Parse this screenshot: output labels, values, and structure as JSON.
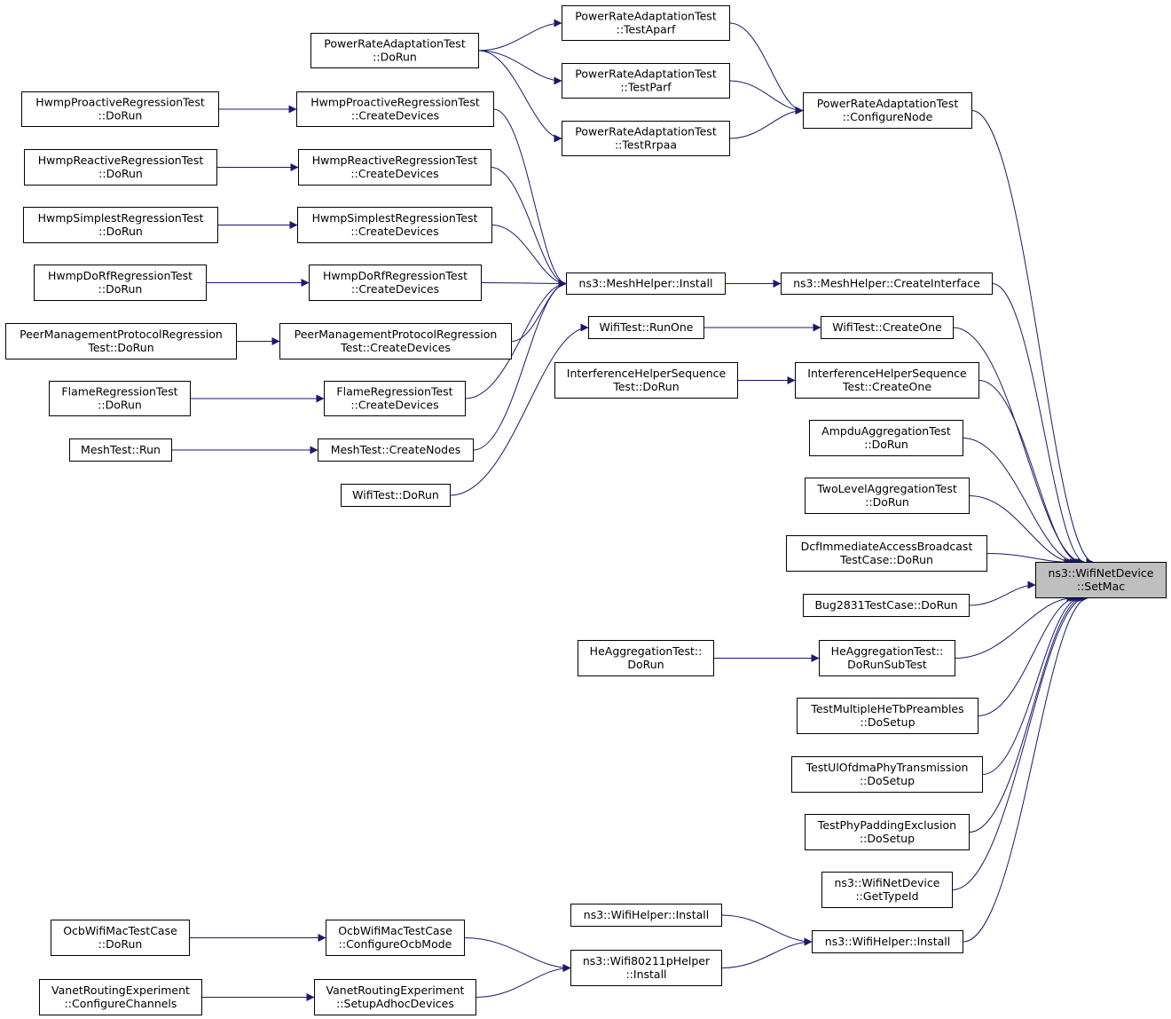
{
  "colors": {
    "edge": "#191970",
    "node_fill": "#ffffff",
    "focus_fill": "#bfbfbf",
    "border": "#000000"
  },
  "nodes": [
    {
      "id": "setmac",
      "lines": [
        "ns3::WifiNetDevice",
        "::SetMac"
      ],
      "focus": true
    },
    {
      "id": "prat_configurenode",
      "lines": [
        "PowerRateAdaptationTest",
        "::ConfigureNode"
      ]
    },
    {
      "id": "prat_testaparf",
      "lines": [
        "PowerRateAdaptationTest",
        "::TestAparf"
      ]
    },
    {
      "id": "prat_testparf",
      "lines": [
        "PowerRateAdaptationTest",
        "::TestParf"
      ]
    },
    {
      "id": "prat_testrpaa",
      "lines": [
        "PowerRateAdaptationTest",
        "::TestRrpaa"
      ]
    },
    {
      "id": "prat_dorun",
      "lines": [
        "PowerRateAdaptationTest",
        "::DoRun"
      ]
    },
    {
      "id": "mesh_createinterface",
      "lines": [
        "ns3::MeshHelper::CreateInterface"
      ]
    },
    {
      "id": "mesh_install",
      "lines": [
        "ns3::MeshHelper::Install"
      ]
    },
    {
      "id": "hwmp_pro_cd",
      "lines": [
        "HwmpProactiveRegressionTest",
        "::CreateDevices"
      ]
    },
    {
      "id": "hwmp_pro_dr",
      "lines": [
        "HwmpProactiveRegressionTest",
        "::DoRun"
      ]
    },
    {
      "id": "hwmp_rea_cd",
      "lines": [
        "HwmpReactiveRegressionTest",
        "::CreateDevices"
      ]
    },
    {
      "id": "hwmp_rea_dr",
      "lines": [
        "HwmpReactiveRegressionTest",
        "::DoRun"
      ]
    },
    {
      "id": "hwmp_sim_cd",
      "lines": [
        "HwmpSimplestRegressionTest",
        "::CreateDevices"
      ]
    },
    {
      "id": "hwmp_sim_dr",
      "lines": [
        "HwmpSimplestRegressionTest",
        "::DoRun"
      ]
    },
    {
      "id": "hwmp_dorf_cd",
      "lines": [
        "HwmpDoRfRegressionTest",
        "::CreateDevices"
      ]
    },
    {
      "id": "hwmp_dorf_dr",
      "lines": [
        "HwmpDoRfRegressionTest",
        "::DoRun"
      ]
    },
    {
      "id": "pmp_cd",
      "lines": [
        "PeerManagementProtocolRegression",
        "Test::CreateDevices"
      ]
    },
    {
      "id": "pmp_dr",
      "lines": [
        "PeerManagementProtocolRegression",
        "Test::DoRun"
      ]
    },
    {
      "id": "flame_cd",
      "lines": [
        "FlameRegressionTest",
        "::CreateDevices"
      ]
    },
    {
      "id": "flame_dr",
      "lines": [
        "FlameRegressionTest",
        "::DoRun"
      ]
    },
    {
      "id": "meshtest_cn",
      "lines": [
        "MeshTest::CreateNodes"
      ]
    },
    {
      "id": "meshtest_run",
      "lines": [
        "MeshTest::Run"
      ]
    },
    {
      "id": "wifitest_createone",
      "lines": [
        "WifiTest::CreateOne"
      ]
    },
    {
      "id": "wifitest_runone",
      "lines": [
        "WifiTest::RunOne"
      ]
    },
    {
      "id": "wifitest_dorun",
      "lines": [
        "WifiTest::DoRun"
      ]
    },
    {
      "id": "ihs_createone",
      "lines": [
        "InterferenceHelperSequence",
        "Test::CreateOne"
      ]
    },
    {
      "id": "ihs_dorun",
      "lines": [
        "InterferenceHelperSequence",
        "Test::DoRun"
      ]
    },
    {
      "id": "ampdu",
      "lines": [
        "AmpduAggregationTest",
        "::DoRun"
      ]
    },
    {
      "id": "twolevel",
      "lines": [
        "TwoLevelAggregationTest",
        "::DoRun"
      ]
    },
    {
      "id": "dcf",
      "lines": [
        "DcfImmediateAccessBroadcast",
        "TestCase::DoRun"
      ]
    },
    {
      "id": "bug2831",
      "lines": [
        "Bug2831TestCase::DoRun"
      ]
    },
    {
      "id": "he_subtest",
      "lines": [
        "HeAggregationTest::",
        "DoRunSubTest"
      ]
    },
    {
      "id": "he_dorun",
      "lines": [
        "HeAggregationTest::",
        "DoRun"
      ]
    },
    {
      "id": "tmhtp",
      "lines": [
        "TestMultipleHeTbPreambles",
        "::DoSetup"
      ]
    },
    {
      "id": "tuopt",
      "lines": [
        "TestUlOfdmaPhyTransmission",
        "::DoSetup"
      ]
    },
    {
      "id": "tppe",
      "lines": [
        "TestPhyPaddingExclusion",
        "::DoSetup"
      ]
    },
    {
      "id": "gettypeid",
      "lines": [
        "ns3::WifiNetDevice",
        "::GetTypeId"
      ]
    },
    {
      "id": "wifihelper_install_r",
      "lines": [
        "ns3::WifiHelper::Install"
      ]
    },
    {
      "id": "wifihelper_install_l",
      "lines": [
        "ns3::WifiHelper::Install"
      ]
    },
    {
      "id": "w80211p_install",
      "lines": [
        "ns3::Wifi80211pHelper",
        "::Install"
      ]
    },
    {
      "id": "ocb_configure",
      "lines": [
        "OcbWifiMacTestCase",
        "::ConfigureOcbMode"
      ]
    },
    {
      "id": "ocb_dorun",
      "lines": [
        "OcbWifiMacTestCase",
        "::DoRun"
      ]
    },
    {
      "id": "vanet_setup",
      "lines": [
        "VanetRoutingExperiment",
        "::SetupAdhocDevices"
      ]
    },
    {
      "id": "vanet_configure",
      "lines": [
        "VanetRoutingExperiment",
        "::ConfigureChannels"
      ]
    }
  ],
  "edges": [
    {
      "from": "prat_configurenode",
      "to": "setmac"
    },
    {
      "from": "mesh_createinterface",
      "to": "setmac"
    },
    {
      "from": "wifitest_createone",
      "to": "setmac"
    },
    {
      "from": "ihs_createone",
      "to": "setmac"
    },
    {
      "from": "ampdu",
      "to": "setmac"
    },
    {
      "from": "twolevel",
      "to": "setmac"
    },
    {
      "from": "dcf",
      "to": "setmac"
    },
    {
      "from": "bug2831",
      "to": "setmac"
    },
    {
      "from": "he_subtest",
      "to": "setmac"
    },
    {
      "from": "tmhtp",
      "to": "setmac"
    },
    {
      "from": "tuopt",
      "to": "setmac"
    },
    {
      "from": "tppe",
      "to": "setmac"
    },
    {
      "from": "gettypeid",
      "to": "setmac"
    },
    {
      "from": "wifihelper_install_r",
      "to": "setmac"
    },
    {
      "from": "prat_testaparf",
      "to": "prat_configurenode"
    },
    {
      "from": "prat_testparf",
      "to": "prat_configurenode"
    },
    {
      "from": "prat_testrpaa",
      "to": "prat_configurenode"
    },
    {
      "from": "prat_dorun",
      "to": "prat_testaparf"
    },
    {
      "from": "prat_dorun",
      "to": "prat_testparf"
    },
    {
      "from": "prat_dorun",
      "to": "prat_testrpaa"
    },
    {
      "from": "mesh_install",
      "to": "mesh_createinterface"
    },
    {
      "from": "hwmp_pro_cd",
      "to": "mesh_install"
    },
    {
      "from": "hwmp_rea_cd",
      "to": "mesh_install"
    },
    {
      "from": "hwmp_sim_cd",
      "to": "mesh_install"
    },
    {
      "from": "hwmp_dorf_cd",
      "to": "mesh_install"
    },
    {
      "from": "pmp_cd",
      "to": "mesh_install"
    },
    {
      "from": "flame_cd",
      "to": "mesh_install"
    },
    {
      "from": "meshtest_cn",
      "to": "mesh_install"
    },
    {
      "from": "hwmp_pro_dr",
      "to": "hwmp_pro_cd"
    },
    {
      "from": "hwmp_rea_dr",
      "to": "hwmp_rea_cd"
    },
    {
      "from": "hwmp_sim_dr",
      "to": "hwmp_sim_cd"
    },
    {
      "from": "hwmp_dorf_dr",
      "to": "hwmp_dorf_cd"
    },
    {
      "from": "pmp_dr",
      "to": "pmp_cd"
    },
    {
      "from": "flame_dr",
      "to": "flame_cd"
    },
    {
      "from": "meshtest_run",
      "to": "meshtest_cn"
    },
    {
      "from": "wifitest_runone",
      "to": "wifitest_createone"
    },
    {
      "from": "wifitest_dorun",
      "to": "wifitest_runone"
    },
    {
      "from": "ihs_dorun",
      "to": "ihs_createone"
    },
    {
      "from": "he_dorun",
      "to": "he_subtest"
    },
    {
      "from": "wifihelper_install_l",
      "to": "wifihelper_install_r"
    },
    {
      "from": "w80211p_install",
      "to": "wifihelper_install_r"
    },
    {
      "from": "ocb_configure",
      "to": "w80211p_install"
    },
    {
      "from": "ocb_dorun",
      "to": "ocb_configure"
    },
    {
      "from": "vanet_setup",
      "to": "w80211p_install"
    },
    {
      "from": "vanet_configure",
      "to": "vanet_setup"
    }
  ]
}
